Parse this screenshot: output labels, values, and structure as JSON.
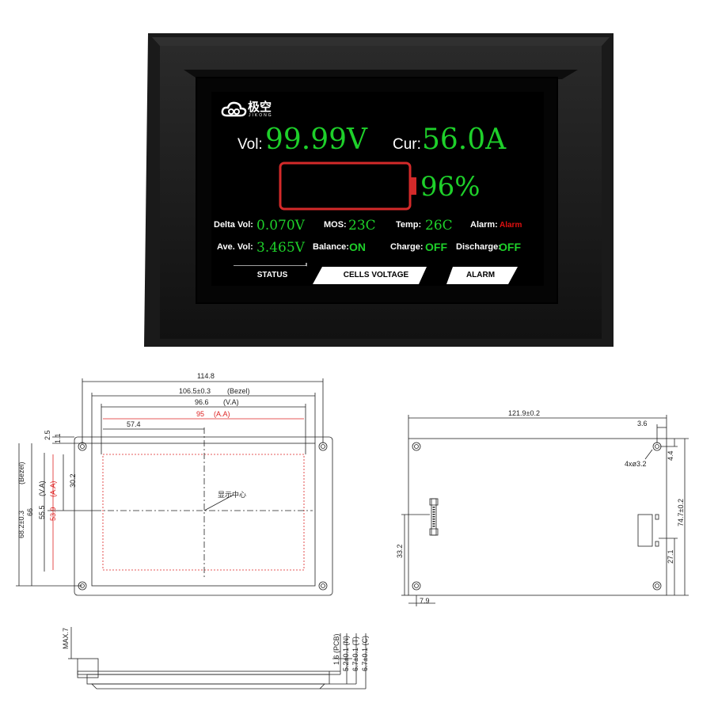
{
  "colors": {
    "accent_green": "#1ed02a",
    "alarm_red": "#e01010",
    "battery_red": "#d42a2a",
    "bezel": "#1c1c1c",
    "dim_red": "#d22222"
  },
  "screen": {
    "logo_cn": "极空",
    "logo_sub": "JIKONG",
    "voltage": {
      "label": "Vol:",
      "value": "99.99V"
    },
    "current": {
      "label": "Cur:",
      "value": "56.0A"
    },
    "battery": {
      "percent": "96%",
      "level": 0.96
    },
    "stats": {
      "delta_vol": {
        "label": "Delta Vol:",
        "value": "0.070V"
      },
      "mos": {
        "label": "MOS:",
        "value": "23C"
      },
      "temp": {
        "label": "Temp:",
        "value": "26C"
      },
      "alarm": {
        "label": "Alarm:",
        "value": "Alarm"
      },
      "ave_vol": {
        "label": "Ave. Vol:",
        "value": "3.465V"
      },
      "balance": {
        "label": "Balance:",
        "value": "ON"
      },
      "charge": {
        "label": "Charge:",
        "value": "OFF"
      },
      "discharge": {
        "label": "Discharge:",
        "value": "OFF"
      }
    },
    "tabs": [
      "STATUS",
      "CELLS VOLTAGE",
      "ALARM"
    ]
  },
  "drawing_front": {
    "overall_width": "114.8",
    "bezel_width": "106.5±0.3",
    "bezel_tag": "(Bezel)",
    "va_width": "96.6",
    "va_tag": "(V.A)",
    "aa_width": "95",
    "aa_tag": "(A.A)",
    "center_x": "57.4",
    "top_offset": "2.5",
    "top_offset2": "1.1",
    "center_y": "30.2",
    "bezel_height": "68.2±0.3",
    "bezel_height_tag": "(Bezel)",
    "overall_height": "66",
    "va_height": "55.5",
    "va_height_tag": "(V.A)",
    "aa_height": "53.9",
    "aa_height_tag": "(A.A)",
    "center_label": "显示中心"
  },
  "drawing_back": {
    "width": "121.9±0.2",
    "hole_offset": "3.6",
    "holes": "4xø3.2",
    "hole_y": "4.4",
    "height": "74.7±0.2",
    "conn_y": "33.2",
    "conn_x": "7.9",
    "side_y": "27.1"
  },
  "drawing_side": {
    "max_height": "MAX.7",
    "pcb": "1.6 (PCB)",
    "n": "5.2±0.1 (N)",
    "t": "6.7±0.1 (T)",
    "c": "6.7±0.1 (C)"
  }
}
